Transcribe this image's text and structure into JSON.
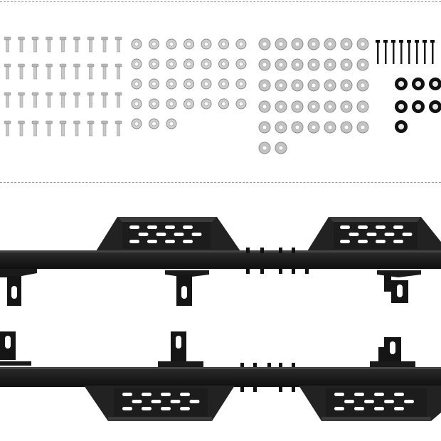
{
  "image": {
    "kind": "product-photo",
    "subject": "running-board-kit",
    "background_color": "#ffffff",
    "metal_color": "#1a1a1a",
    "hardware_color": "#b8b8b8"
  },
  "hardware": {
    "bolt_rows": [
      9,
      9,
      9,
      9
    ],
    "nut_rows": [
      7,
      7,
      7,
      7,
      3
    ],
    "washer_rows": [
      7,
      7,
      7,
      7,
      7,
      2
    ],
    "long_bolts": 8,
    "flange_nuts_rows": [
      3,
      3,
      1
    ]
  },
  "step_bars": {
    "count": 2,
    "steps_per_bar": 2,
    "mounting_brackets_per_bar": 3
  }
}
